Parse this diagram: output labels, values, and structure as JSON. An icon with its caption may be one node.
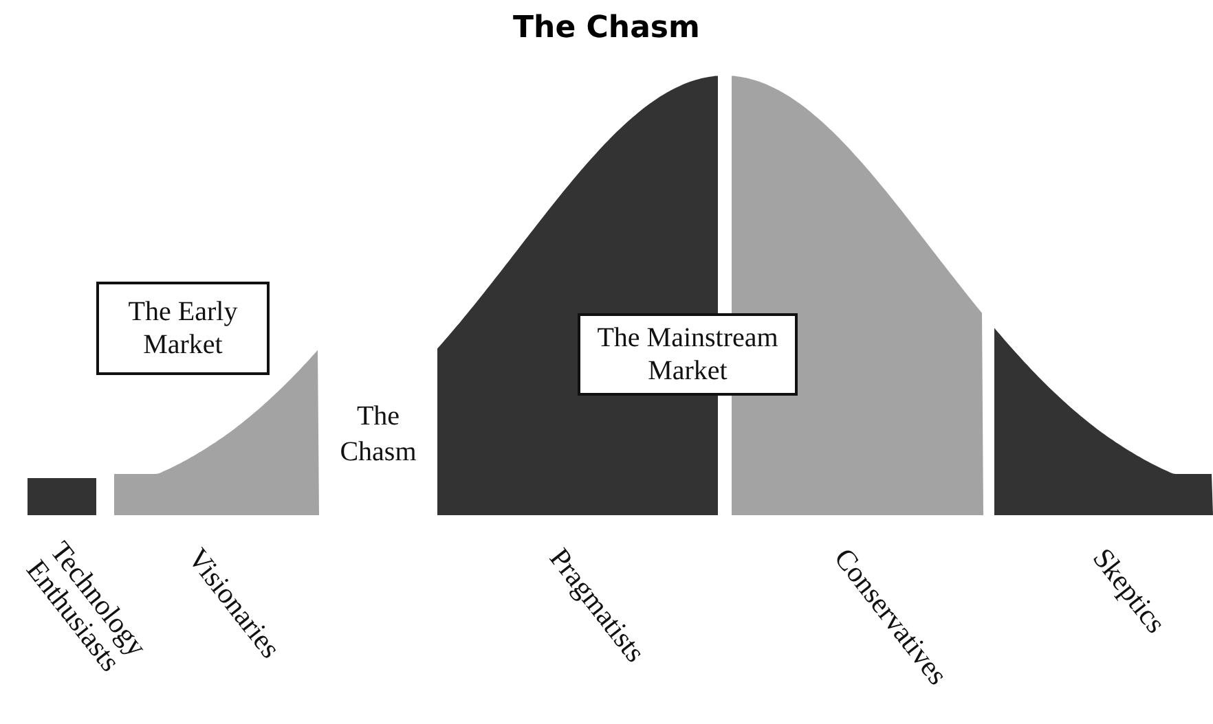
{
  "diagram": {
    "title": "The Chasm",
    "nodes": [
      {
        "text": [
          "The Early Market"
        ]
      },
      {
        "text": [
          "The Mainstream Market"
        ]
      }
    ],
    "labels": [
      "The Chasm",
      "Technology Enthusiasts",
      "Visionaries",
      "Pragmatists",
      "Conservatives",
      "Skeptics"
    ]
  }
}
